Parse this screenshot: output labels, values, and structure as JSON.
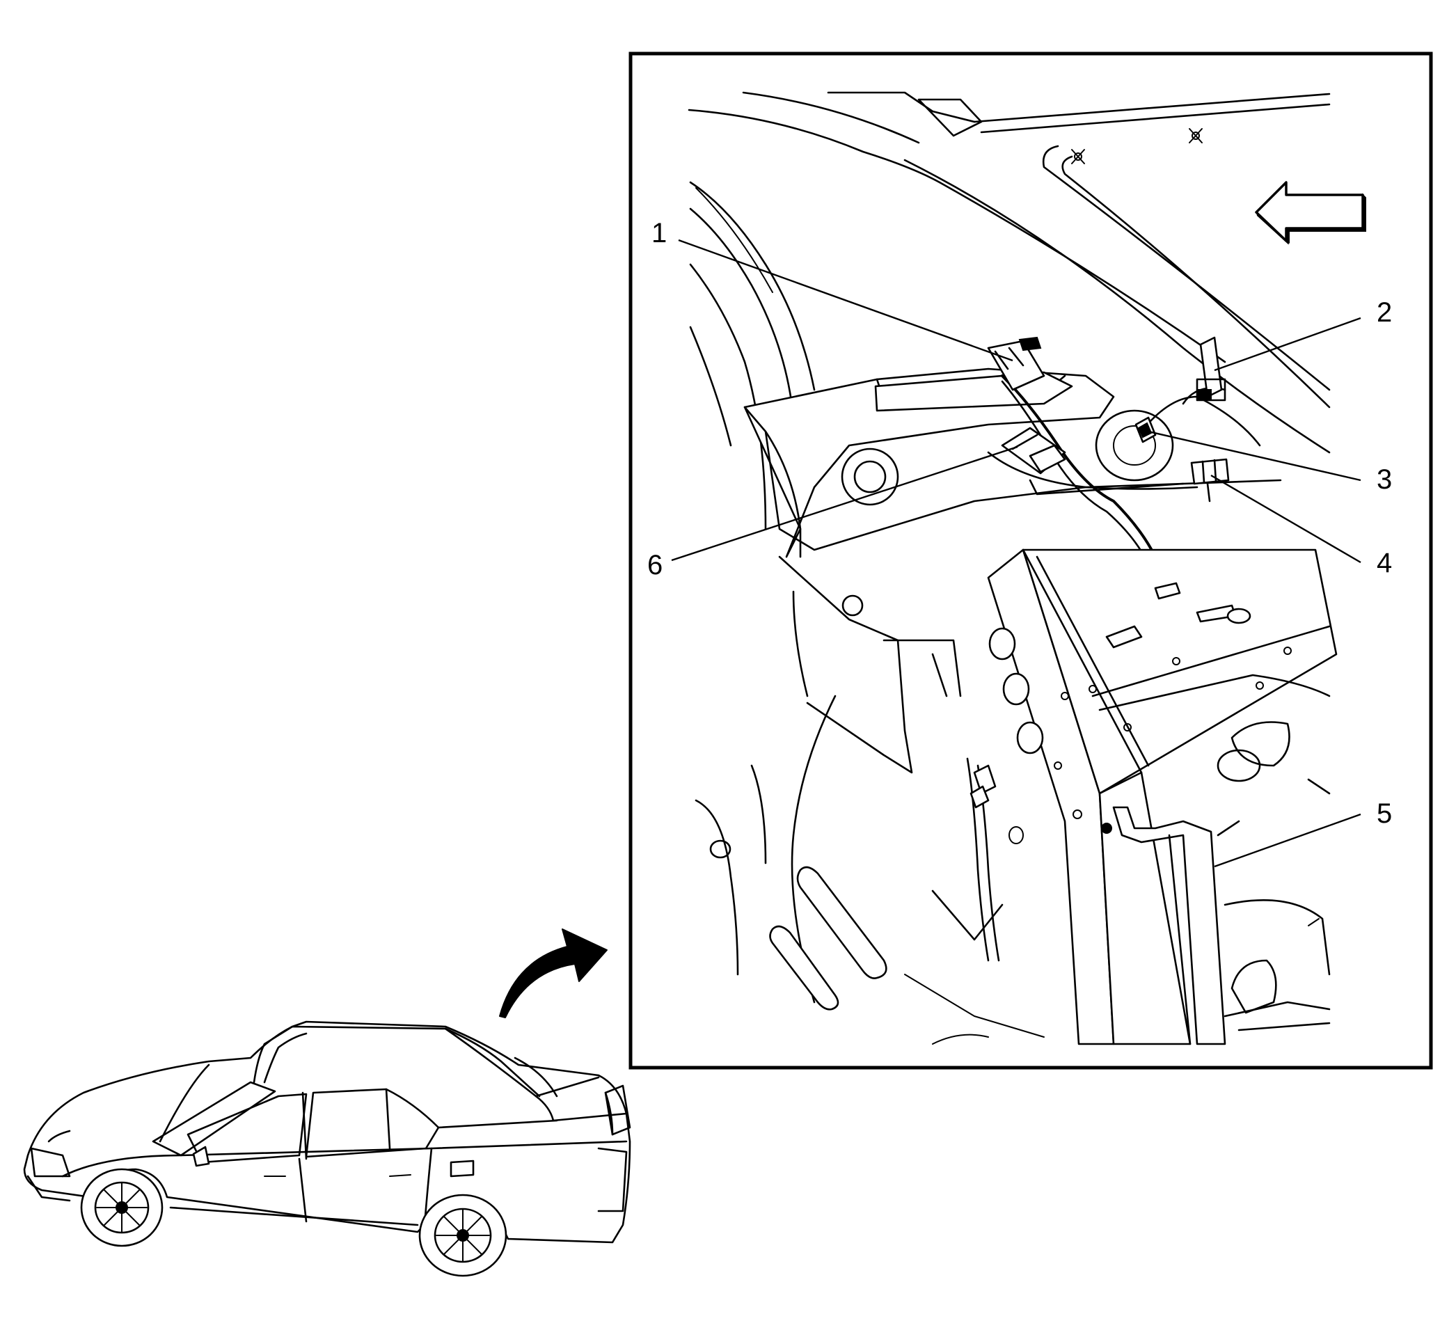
{
  "callouts": [
    {
      "id": "1",
      "text": "1"
    },
    {
      "id": "2",
      "text": "2"
    },
    {
      "id": "3",
      "text": "3"
    },
    {
      "id": "4",
      "text": "4"
    },
    {
      "id": "5",
      "text": "5"
    },
    {
      "id": "6",
      "text": "6"
    }
  ],
  "icons": {
    "direction_arrow": "left-arrow-icon",
    "callout_arrow": "curved-arrow-icon",
    "vehicle": "sedan-vehicle"
  }
}
